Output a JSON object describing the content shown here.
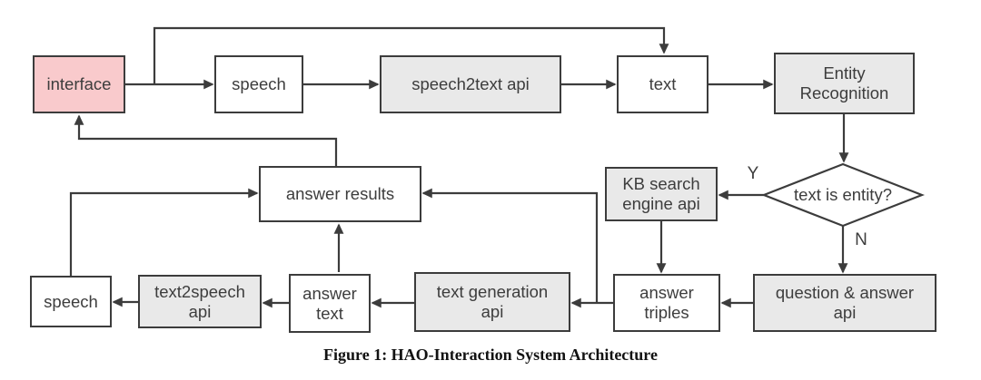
{
  "figure": {
    "caption": "Figure 1: HAO-Interaction System Architecture"
  },
  "colors": {
    "border": "#3c3c3c",
    "arrow": "#3c3c3c",
    "gray_fill": "#e9e9e9",
    "pink_fill": "#f9cacc",
    "white_fill": "#ffffff",
    "text": "#3d3d3d"
  },
  "nodes": {
    "interface": {
      "label": "interface"
    },
    "speech_in": {
      "label": "speech"
    },
    "speech2text_api": {
      "label": "speech2text api"
    },
    "text": {
      "label": "text"
    },
    "entity_recognition": {
      "label": "Entity\nRecognition"
    },
    "decision": {
      "label": "text is entity?"
    },
    "kb_search_engine_api": {
      "label": "KB search\nengine api"
    },
    "answer_results": {
      "label": "answer results"
    },
    "question_answer_api": {
      "label": "question & answer\napi"
    },
    "answer_triples": {
      "label": "answer\ntriples"
    },
    "text_generation_api": {
      "label": "text generation\napi"
    },
    "answer_text": {
      "label": "answer\ntext"
    },
    "text2speech_api": {
      "label": "text2speech\napi"
    },
    "speech_out": {
      "label": "speech"
    }
  },
  "edge_labels": {
    "yes": "Y",
    "no": "N"
  }
}
